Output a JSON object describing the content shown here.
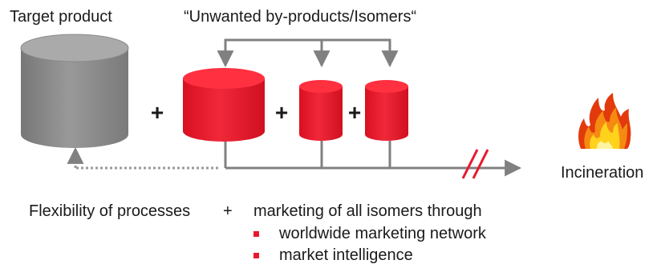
{
  "labels": {
    "target": "Target product",
    "unwanted": "“Unwanted by-products/Isomers“",
    "incineration": "Incineration"
  },
  "plus_sign": "+",
  "bottom": {
    "left": "Flexibility of processes",
    "plus": "+",
    "right": "marketing of all isomers through",
    "bullets": [
      "worldwide marketing network",
      "market intelligence"
    ]
  },
  "colors": {
    "target_cylinder": "#8c8c8c",
    "byproduct_cylinder": "#e8192c",
    "arrows": "#808080",
    "bullet": "#e8192c",
    "text": "#1a1a1a"
  },
  "icons": {
    "fire": "flame-icon"
  }
}
